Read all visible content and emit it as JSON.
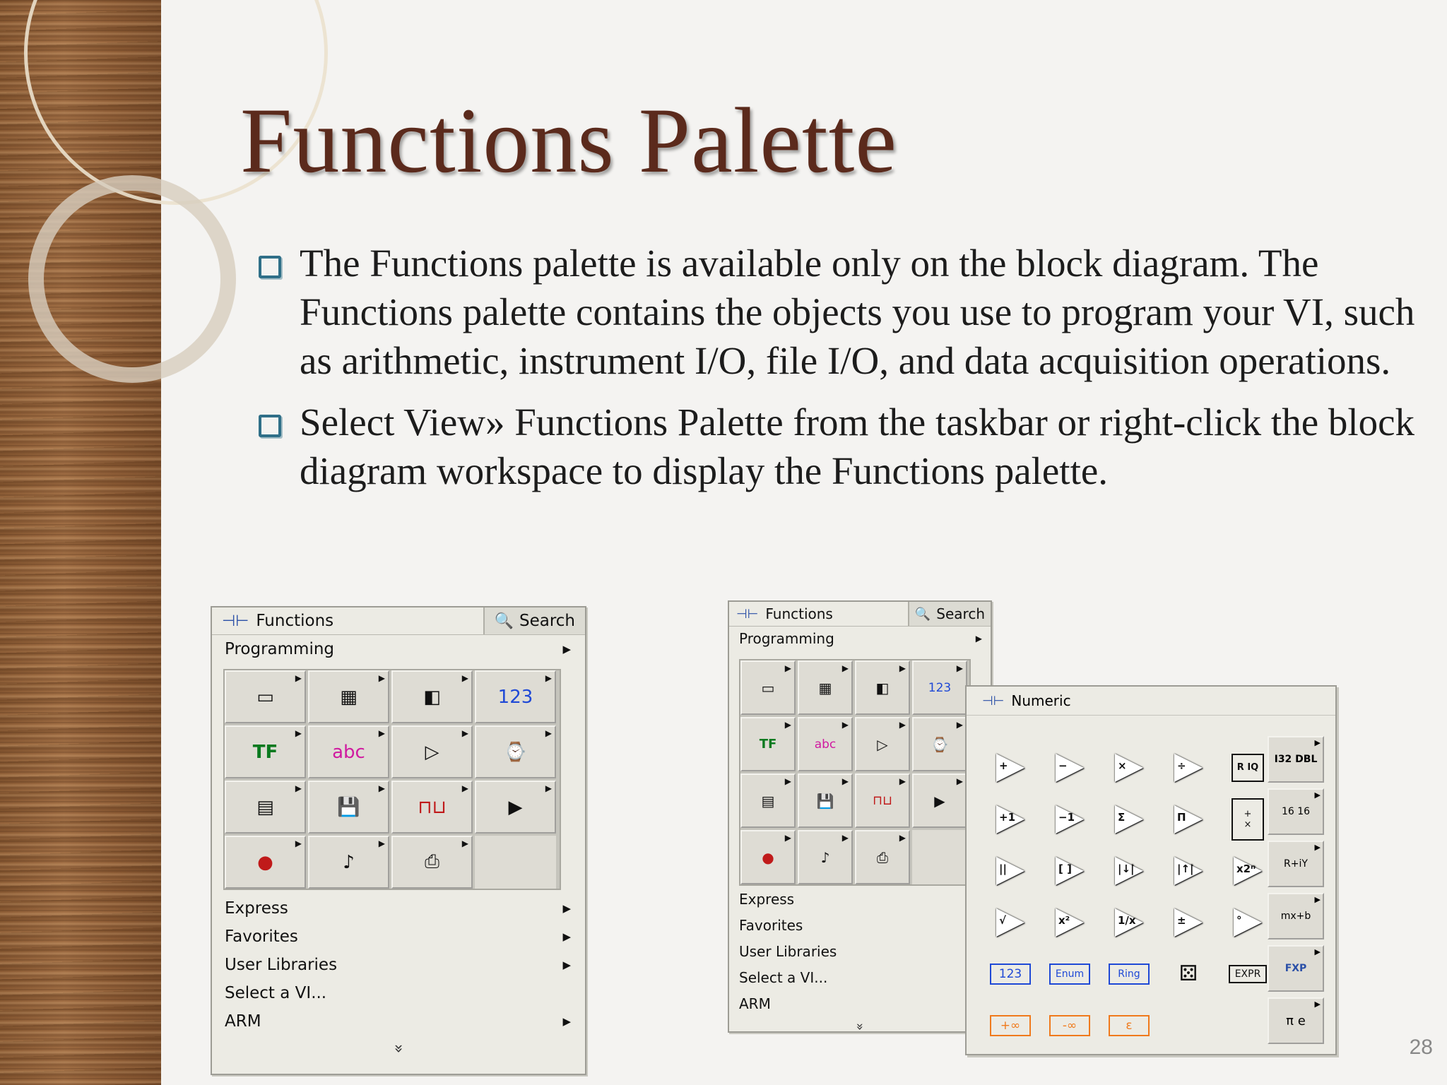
{
  "slide": {
    "title": "Functions Palette",
    "bullets": [
      "The Functions palette is available only on the block diagram. The Functions palette contains the objects you use to program your VI, such as arithmetic, instrument I/O, file I/O, and data acquisition operations.",
      "Select View» Functions Palette from the taskbar or right-click the block diagram workspace to display the Functions palette."
    ],
    "page_number": "28"
  },
  "palette_left": {
    "tab_functions": "Functions",
    "tab_search": "Search",
    "category": "Programming",
    "menu": [
      "Express",
      "Favorites",
      "User Libraries",
      "Select a VI...",
      "ARM"
    ],
    "more": "»"
  },
  "palette_right": {
    "tab_functions": "Functions",
    "tab_search": "Search",
    "category": "Programming",
    "menu": [
      "Express",
      "Favorites",
      "User Libraries",
      "Select a VI...",
      "ARM"
    ],
    "more": "»"
  },
  "numeric": {
    "title": "Numeric",
    "row1": [
      "+",
      "−",
      "×",
      "÷",
      "R IQ"
    ],
    "row2": [
      "+1",
      "−1",
      "Σ",
      "Π",
      ""
    ],
    "row3": [
      "||",
      "[ ]",
      "|↓|",
      "|↑|",
      "x2ⁿ"
    ],
    "row4": [
      "√",
      "x²",
      "1/x",
      "±",
      "°"
    ],
    "constants": [
      "123",
      "Enum",
      "Ring",
      "",
      "EXPR"
    ],
    "special": [
      "+∞",
      "-∞",
      "ε"
    ],
    "side": [
      "I32 DBL",
      "16 16",
      "R+iY",
      "mx+b",
      "FXP",
      "π e"
    ]
  },
  "colors": {
    "title": "#5b2a1c",
    "bullet_box": "#2f6f88",
    "page_number": "#888888"
  }
}
